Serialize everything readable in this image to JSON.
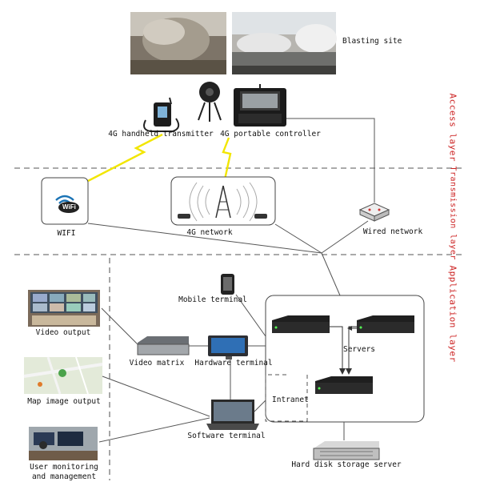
{
  "layers": {
    "access": "Access layer",
    "transmission": "Transmission layer",
    "application": "Application layer"
  },
  "labels": {
    "blasting_site": "Blasting site",
    "handheld_transmitter": "4G handheld transmitter",
    "portable_controller": "4G portable controller",
    "wifi": "WIFI",
    "network_4g": "4G network",
    "wired_network": "Wired network",
    "mobile_terminal": "Mobile terminal",
    "video_output": "Video output",
    "video_matrix": "Video matrix",
    "hardware_terminal": "Hardware terminal",
    "servers": "Servers",
    "map_image_output": "Map image output",
    "intranet": "Intranet",
    "software_terminal": "Software terminal",
    "user_monitoring": "User monitoring\nand management",
    "hard_disk_storage": "Hard disk storage server"
  },
  "icons": {
    "wifi_badge": "WiFi"
  },
  "colors": {
    "layer_label": "#cc2222",
    "lightning": "#f2e600",
    "divider": "#777777"
  }
}
